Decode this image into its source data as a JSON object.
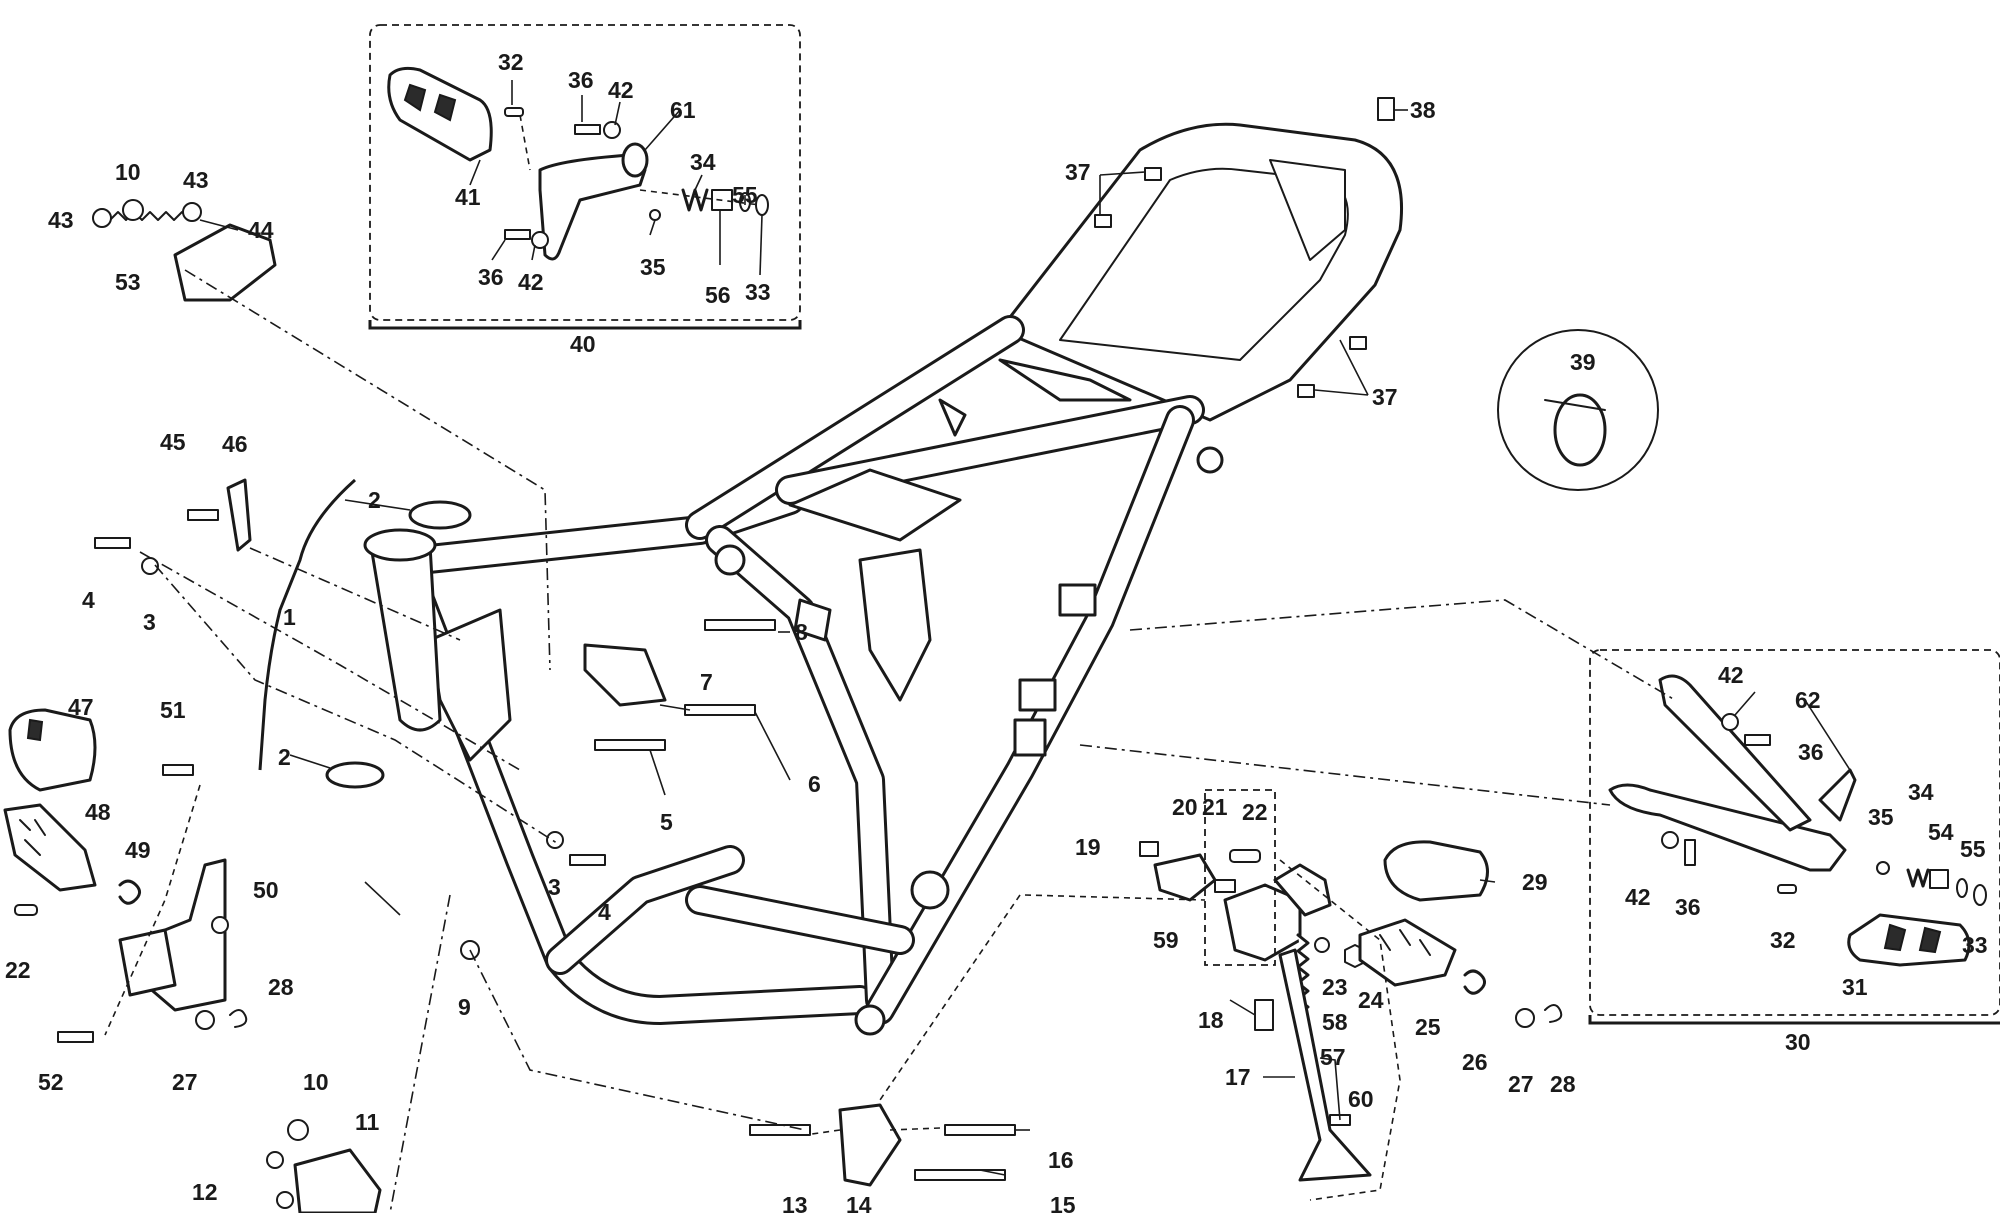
{
  "diagram": {
    "group_labels": {
      "passenger_footrest_left": "40",
      "passenger_footrest_right": "30",
      "clamp": "39",
      "steering_head": "1"
    },
    "callouts": [
      {
        "id": "c32a",
        "text": "32"
      },
      {
        "id": "c36a",
        "text": "36"
      },
      {
        "id": "c42a",
        "text": "42"
      },
      {
        "id": "c61",
        "text": "61"
      },
      {
        "id": "c41",
        "text": "41"
      },
      {
        "id": "c34a",
        "text": "34"
      },
      {
        "id": "c55a",
        "text": "55"
      },
      {
        "id": "c36b",
        "text": "36"
      },
      {
        "id": "c42b",
        "text": "42"
      },
      {
        "id": "c35a",
        "text": "35"
      },
      {
        "id": "c56",
        "text": "56"
      },
      {
        "id": "c33a",
        "text": "33"
      },
      {
        "id": "c10a",
        "text": "10"
      },
      {
        "id": "c43a",
        "text": "43"
      },
      {
        "id": "c43b",
        "text": "43"
      },
      {
        "id": "c44",
        "text": "44"
      },
      {
        "id": "c53",
        "text": "53"
      },
      {
        "id": "c38",
        "text": "38"
      },
      {
        "id": "c37a",
        "text": "37"
      },
      {
        "id": "c37b",
        "text": "37"
      },
      {
        "id": "c45",
        "text": "45"
      },
      {
        "id": "c46",
        "text": "46"
      },
      {
        "id": "c2a",
        "text": "2"
      },
      {
        "id": "c4a",
        "text": "4"
      },
      {
        "id": "c3a",
        "text": "3"
      },
      {
        "id": "c2b",
        "text": "2"
      },
      {
        "id": "c8",
        "text": "8"
      },
      {
        "id": "c7",
        "text": "7"
      },
      {
        "id": "c6",
        "text": "6"
      },
      {
        "id": "c5",
        "text": "5"
      },
      {
        "id": "c3b",
        "text": "3"
      },
      {
        "id": "c4b",
        "text": "4"
      },
      {
        "id": "c47",
        "text": "47"
      },
      {
        "id": "c51",
        "text": "51"
      },
      {
        "id": "c48",
        "text": "48"
      },
      {
        "id": "c49",
        "text": "49"
      },
      {
        "id": "c50",
        "text": "50"
      },
      {
        "id": "c22a",
        "text": "22"
      },
      {
        "id": "c28a",
        "text": "28"
      },
      {
        "id": "c52",
        "text": "52"
      },
      {
        "id": "c27a",
        "text": "27"
      },
      {
        "id": "c9",
        "text": "9"
      },
      {
        "id": "c10b",
        "text": "10"
      },
      {
        "id": "c11",
        "text": "11"
      },
      {
        "id": "c12",
        "text": "12"
      },
      {
        "id": "c13",
        "text": "13"
      },
      {
        "id": "c14",
        "text": "14"
      },
      {
        "id": "c15",
        "text": "15"
      },
      {
        "id": "c16",
        "text": "16"
      },
      {
        "id": "c20",
        "text": "20"
      },
      {
        "id": "c21",
        "text": "21"
      },
      {
        "id": "c22b",
        "text": "22"
      },
      {
        "id": "c19",
        "text": "19"
      },
      {
        "id": "c59",
        "text": "59"
      },
      {
        "id": "c29",
        "text": "29"
      },
      {
        "id": "c23",
        "text": "23"
      },
      {
        "id": "c24",
        "text": "24"
      },
      {
        "id": "c58",
        "text": "58"
      },
      {
        "id": "c18",
        "text": "18"
      },
      {
        "id": "c57",
        "text": "57"
      },
      {
        "id": "c25",
        "text": "25"
      },
      {
        "id": "c26",
        "text": "26"
      },
      {
        "id": "c27b",
        "text": "27"
      },
      {
        "id": "c28b",
        "text": "28"
      },
      {
        "id": "c17",
        "text": "17"
      },
      {
        "id": "c60",
        "text": "60"
      },
      {
        "id": "c42c",
        "text": "42"
      },
      {
        "id": "c62",
        "text": "62"
      },
      {
        "id": "c36c",
        "text": "36"
      },
      {
        "id": "c34b",
        "text": "34"
      },
      {
        "id": "c35b",
        "text": "35"
      },
      {
        "id": "c54",
        "text": "54"
      },
      {
        "id": "c55b",
        "text": "55"
      },
      {
        "id": "c42d",
        "text": "42"
      },
      {
        "id": "c36d",
        "text": "36"
      },
      {
        "id": "c32b",
        "text": "32"
      },
      {
        "id": "c33b",
        "text": "33"
      },
      {
        "id": "c31",
        "text": "31"
      }
    ]
  }
}
